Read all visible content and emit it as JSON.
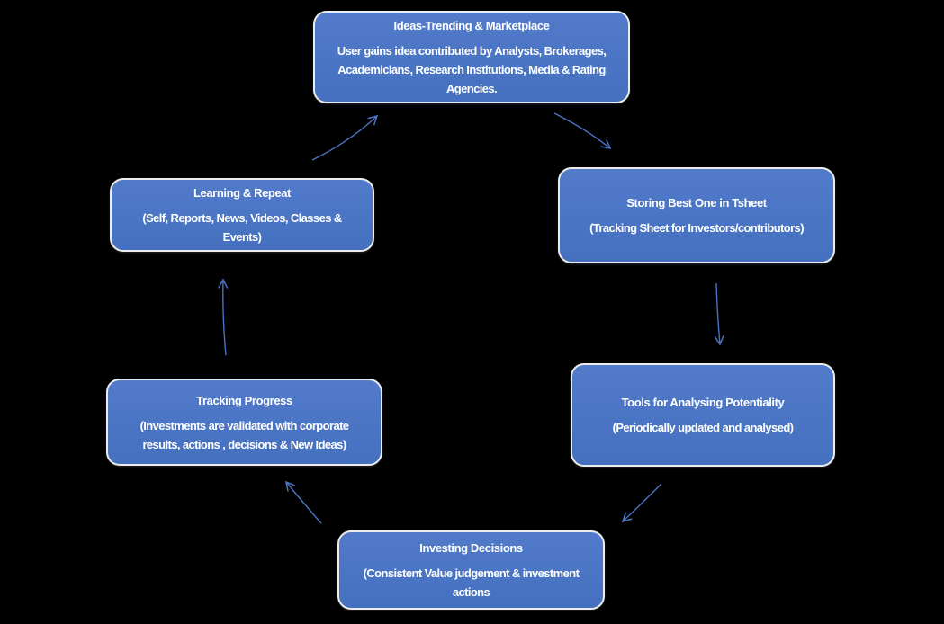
{
  "colors": {
    "background": "#000000",
    "node_fill_top": "#527bca",
    "node_fill_bottom": "#4470bf",
    "node_border": "#ececec",
    "text": "#ffffff",
    "arrow": "#4a73c0"
  },
  "nodes": {
    "ideas": {
      "title": "Ideas-Trending & Marketplace",
      "body": "User gains idea contributed by Analysts, Brokerages,\nAcademicians, Research Institutions, Media & Rating\nAgencies."
    },
    "storing": {
      "title": "Storing Best One in Tsheet",
      "body": "(Tracking Sheet for Investors/contributors)"
    },
    "tools": {
      "title": "Tools for Analysing Potentiality",
      "body": "(Periodically updated and analysed)"
    },
    "investing": {
      "title": "Investing Decisions",
      "body": "(Consistent Value judgement & investment\nactions"
    },
    "tracking": {
      "title": "Tracking Progress",
      "body": "(Investments are validated with corporate\nresults, actions , decisions & New Ideas)"
    },
    "learning": {
      "title": "Learning & Repeat",
      "body": "(Self, Reports, News, Videos, Classes &\nEvents)"
    }
  },
  "edges": [
    {
      "from": "ideas",
      "to": "storing"
    },
    {
      "from": "storing",
      "to": "tools"
    },
    {
      "from": "tools",
      "to": "investing"
    },
    {
      "from": "investing",
      "to": "tracking"
    },
    {
      "from": "tracking",
      "to": "learning"
    },
    {
      "from": "learning",
      "to": "ideas"
    }
  ]
}
